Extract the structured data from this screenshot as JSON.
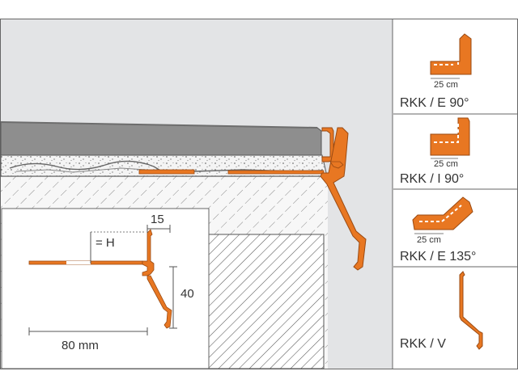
{
  "colors": {
    "profile_orange": "#e87722",
    "profile_outline": "#9a4a12",
    "wall_grey": "#e3e4e6",
    "slab_grey": "#8e8e8e",
    "line": "#555555"
  },
  "detail": {
    "dim_height": "= H",
    "dim_top": "15",
    "dim_vertical": "40",
    "dim_width": "80 mm"
  },
  "variants": [
    {
      "name": "RKK / E 90°",
      "length": "25 cm"
    },
    {
      "name": "RKK / I 90°",
      "length": "25 cm"
    },
    {
      "name": "RKK / E 135°",
      "length": "25 cm"
    },
    {
      "name": "RKK / V"
    }
  ]
}
